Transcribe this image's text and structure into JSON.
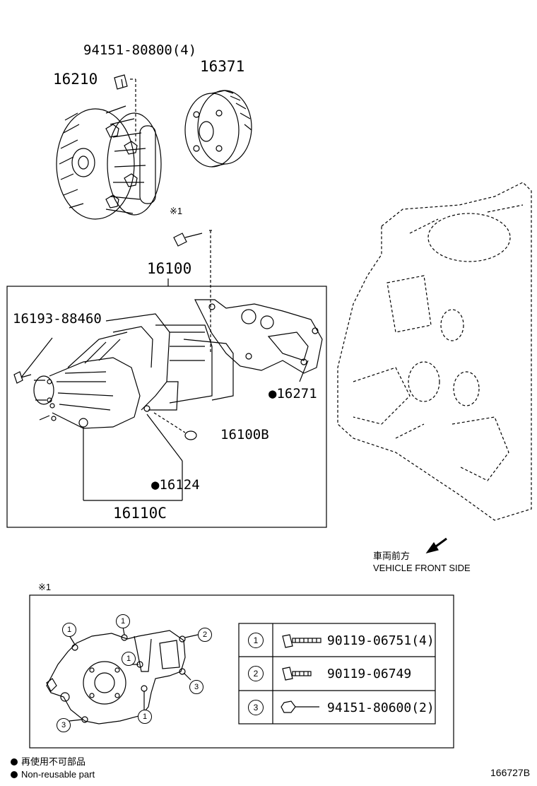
{
  "labels": {
    "bolt_fan": "94151-80800(4)",
    "fan_clutch": "16210",
    "pulley": "16371",
    "note_mark_top": "※1",
    "water_pump_assy": "16100",
    "bolt_pump": "16193-88460",
    "gasket": "●16271",
    "plug": "16100B",
    "gasket_small": "●16124",
    "pump_sub": "16110C"
  },
  "direction": {
    "japanese": "車両前方",
    "english": "VEHICLE FRONT SIDE"
  },
  "detail": {
    "mark": "※1",
    "callouts": [
      "1",
      "1",
      "1",
      "1",
      "2",
      "3",
      "3"
    ],
    "table": [
      {
        "num": "1",
        "part": "90119-06751(4)"
      },
      {
        "num": "2",
        "part": "90119-06749"
      },
      {
        "num": "3",
        "part": "94151-80600(2)"
      }
    ]
  },
  "legend": {
    "japanese": "再使用不可部品",
    "english": "Non-reusable part"
  },
  "diagram_id": "166727B"
}
